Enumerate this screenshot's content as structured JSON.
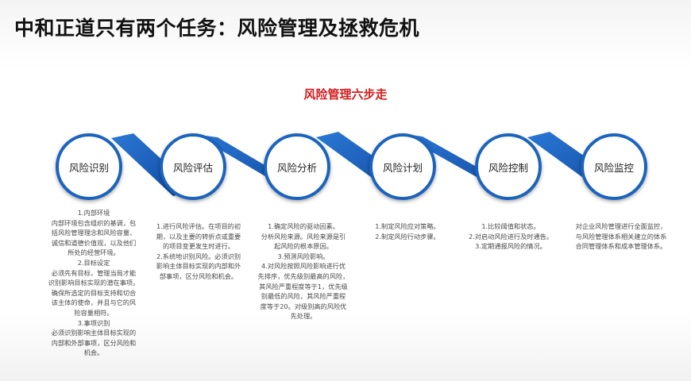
{
  "title": "中和正道只有两个任务：风险管理及拯救危机",
  "subtitle": "风险管理六步走",
  "colors": {
    "accent_blue": "#1b63bd",
    "accent_red": "#d41a1a"
  },
  "steps": [
    {
      "label": "风险识别",
      "description": [
        "1.内部环境",
        "内部环境包含组织的基调，包",
        "括风险管理理念和风险容量、",
        "诚信和道德价值观，以及他们",
        "所处的经营环境。",
        "2.目标设定",
        "必须先有目标，管理当局才能",
        "识别影响目标实现的潜在事项。",
        "确保所选定的目标支持和切合",
        "该主体的使命，并且与它的风",
        "险容量相符。",
        "3.事项识别",
        "必须识别影响主体目标实现的",
        "内部和外部事项，区分风险和",
        "机会。"
      ]
    },
    {
      "label": "风险评估",
      "description": [
        "1.进行风险评估。在项目的初",
        "期，以及主要的转折点或重要",
        "的项目变更发生时进行。",
        "2.系统地识别风险。必须识别",
        "影响主体目标实现的内部和外",
        "部事项，区分风险和机会。"
      ]
    },
    {
      "label": "风险分析",
      "description": [
        "1.确定风险的驱动因素。",
        "分析风险来源。风险来源是引",
        "起风险的根本原因。",
        "3.预测风险影响。",
        "4.对风险按照风险影响进行优",
        "先排序，优先级别最高的风险，",
        "其风险严重程度等于1，优先级",
        "别最低的风险，其风险严重程",
        "度等于20。对级别高的风险优",
        "先处理。"
      ]
    },
    {
      "label": "风险计划",
      "description": [
        "1.制定风险应对策略。",
        "2.制定风险行动步骤。"
      ]
    },
    {
      "label": "风险控制",
      "description": [
        "1.比较阈值和状态。",
        "2.对启动风险进行及时通告。",
        "3.定期通报风险的情况。"
      ]
    },
    {
      "label": "风险监控",
      "description": [
        "对企业风险管理进行全面监控，",
        "与风险管理体系相关建立的体系",
        "合同管理体系和成本管理体系。"
      ]
    }
  ]
}
